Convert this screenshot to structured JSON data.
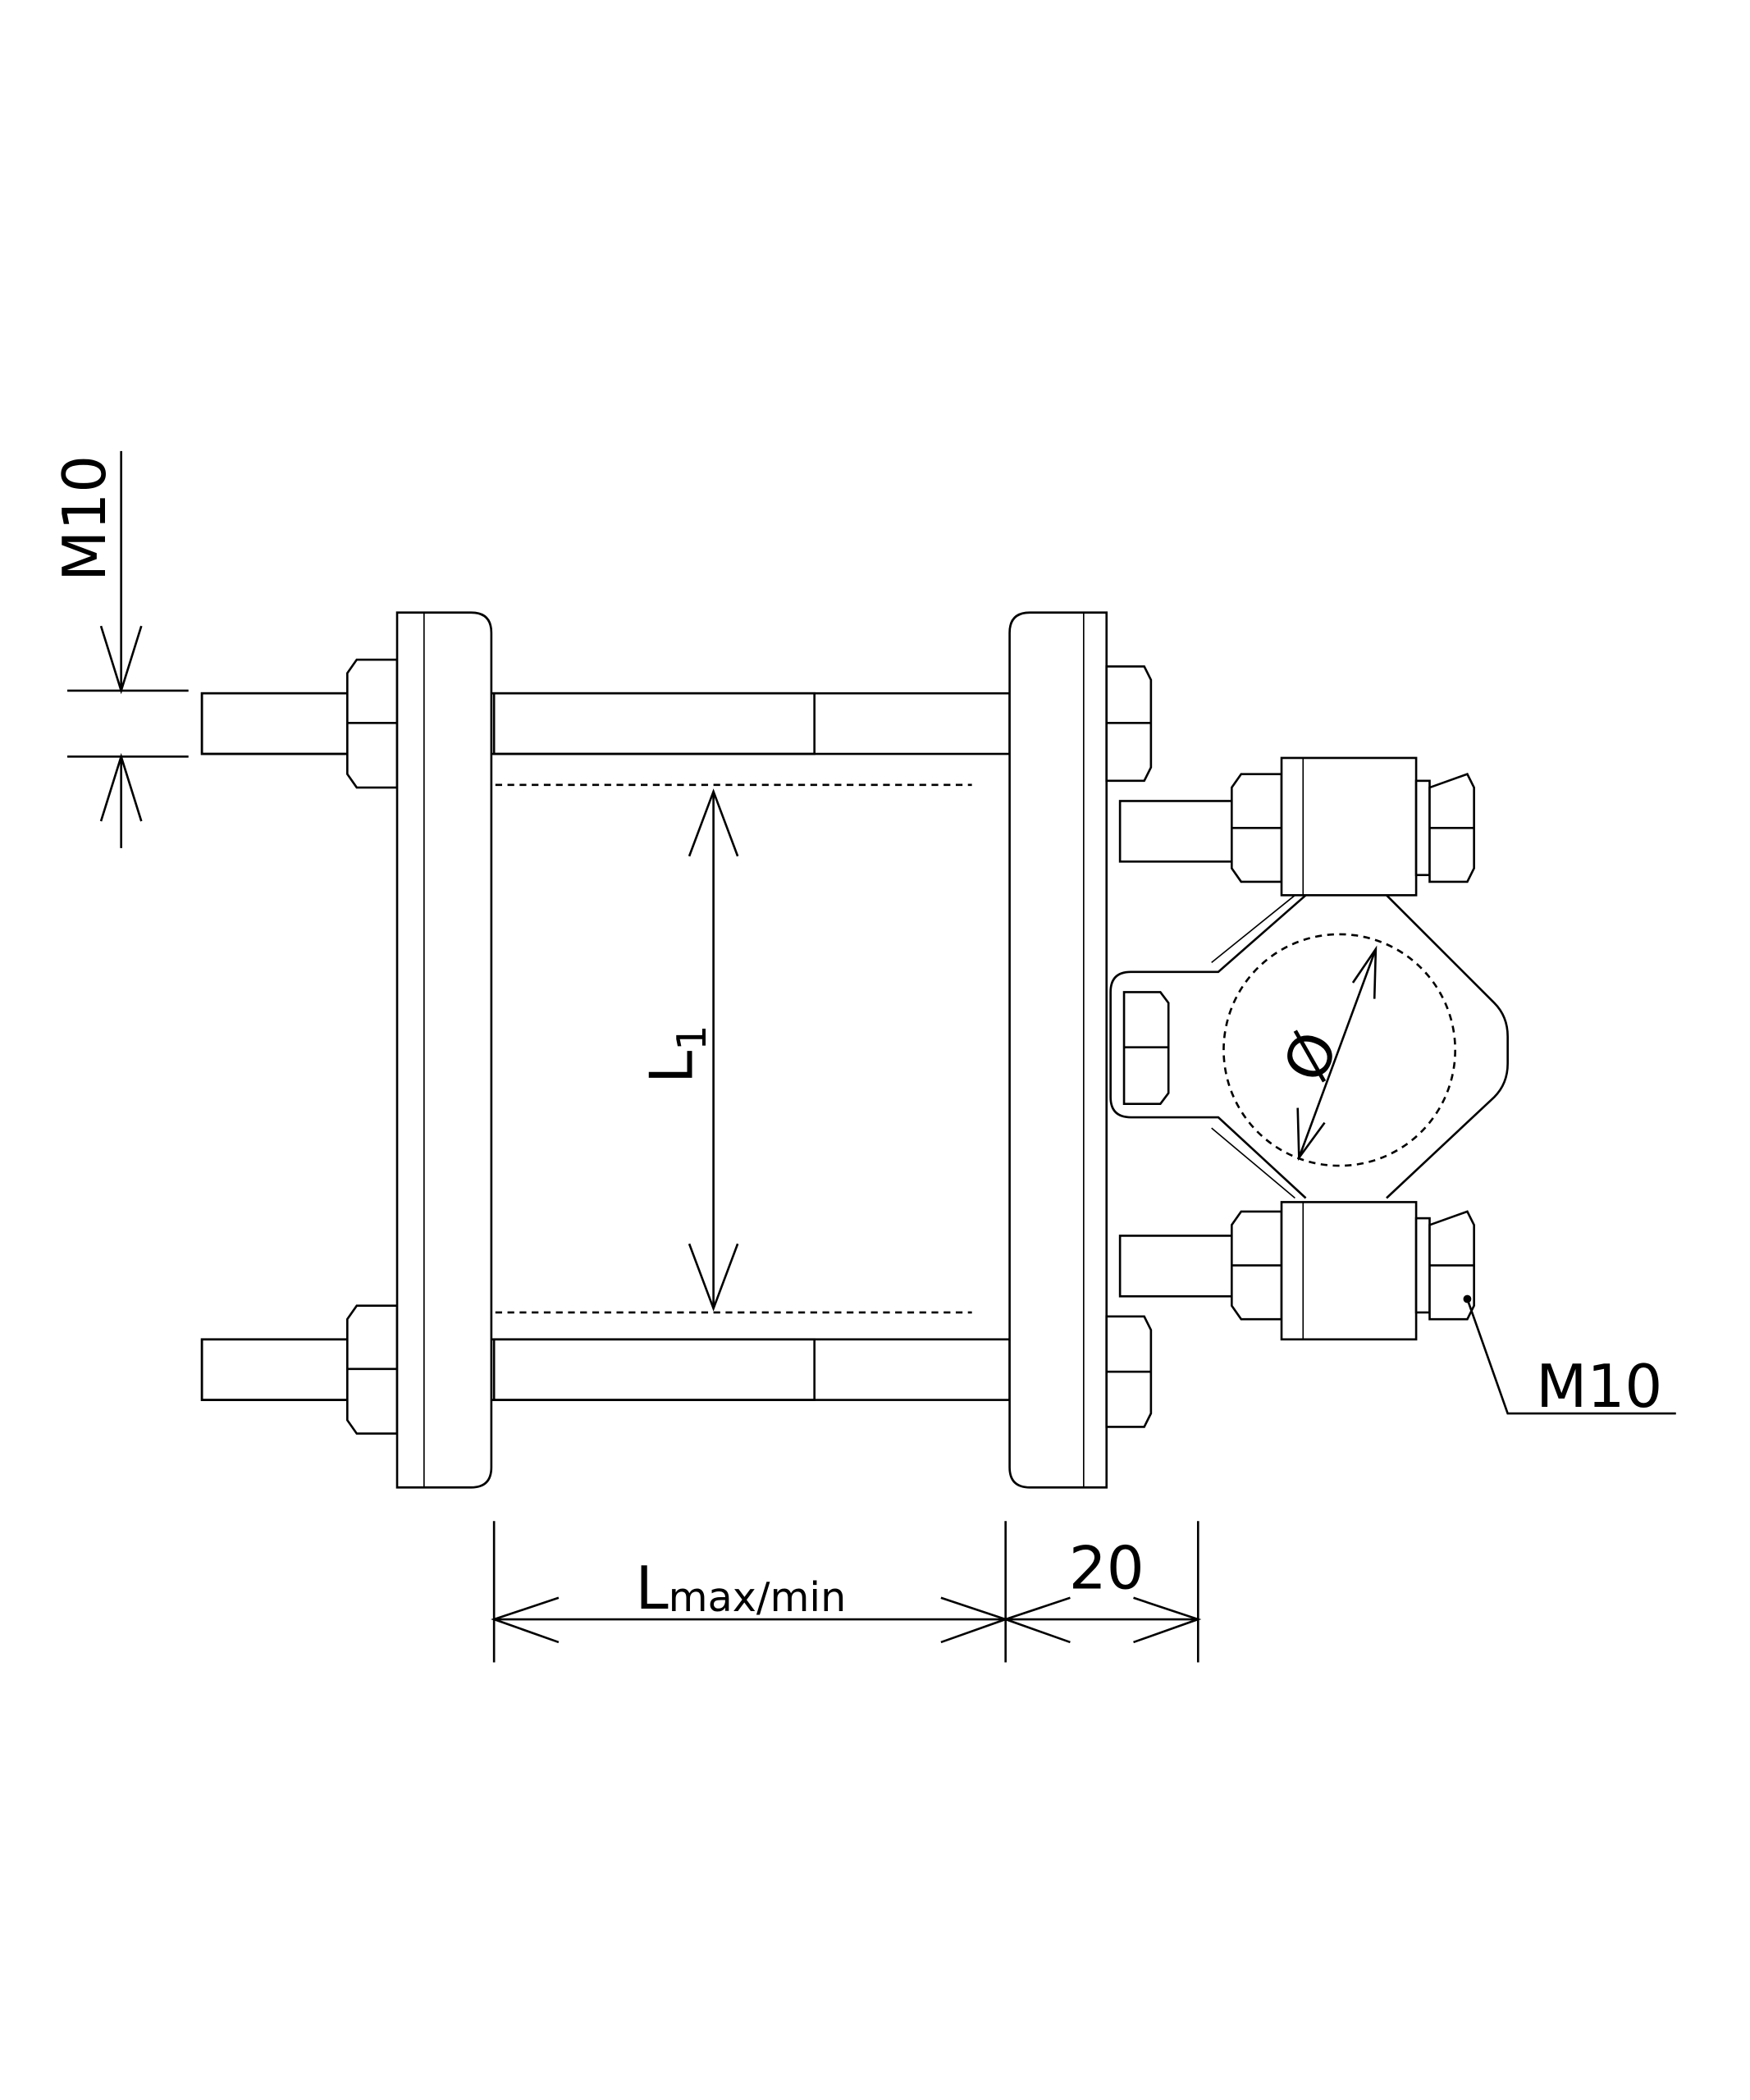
{
  "drawing": {
    "thread_label_left": "M10",
    "thread_label_right": "M10",
    "l1_main": "L",
    "l1_sub": "1",
    "lmax_main": "L",
    "lmax_sub": "max/min",
    "offset_dim": "20",
    "diameter_symbol": "Ø"
  }
}
